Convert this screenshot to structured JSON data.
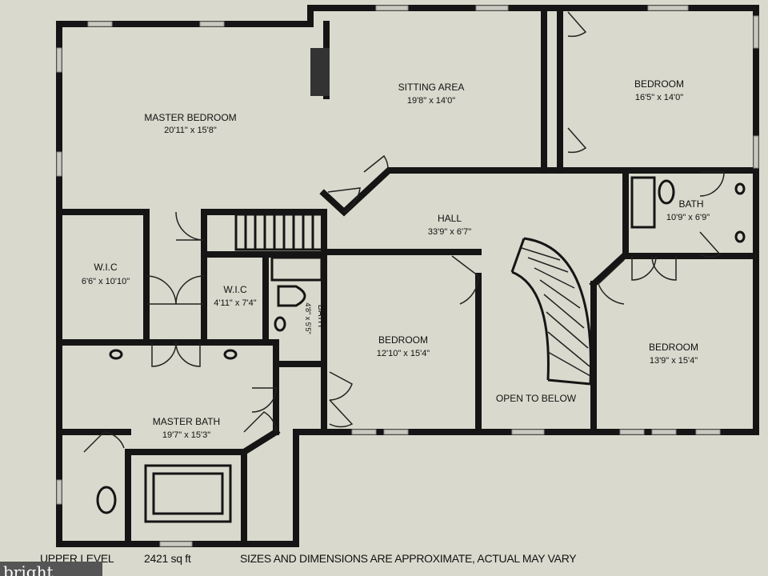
{
  "rooms": {
    "master_bedroom": {
      "name": "MASTER BEDROOM",
      "dims": "20'11\" x 15'8\""
    },
    "sitting_area": {
      "name": "SITTING AREA",
      "dims": "19'8\" x 14'0\""
    },
    "bedroom_ne": {
      "name": "BEDROOM",
      "dims": "16'5\" x 14'0\""
    },
    "hall": {
      "name": "HALL",
      "dims": "33'9\" x 6'7\""
    },
    "bath_e": {
      "name": "BATH",
      "dims": "10'9\" x 6'9\""
    },
    "wic_1": {
      "name": "W.I.C",
      "dims": "6'6\" x 10'10\""
    },
    "wic_2": {
      "name": "W.I.C",
      "dims": "4'11\" x 7'4\""
    },
    "bath_small": {
      "name": "BATH",
      "dims": "4'8\" x 5'5\""
    },
    "bedroom_center": {
      "name": "BEDROOM",
      "dims": "12'10\" x 15'4\""
    },
    "open_to_below": {
      "name": "OPEN TO BELOW"
    },
    "bedroom_se": {
      "name": "BEDROOM",
      "dims": "13'9\" x 15'4\""
    },
    "master_bath": {
      "name": "MASTER BATH",
      "dims": "19'7\" x 15'3\""
    }
  },
  "footer": {
    "level": "UPPER LEVEL",
    "area": "2421 sq ft",
    "disclaimer": "SIZES AND DIMENSIONS ARE APPROXIMATE, ACTUAL MAY VARY"
  },
  "watermark": "bright"
}
